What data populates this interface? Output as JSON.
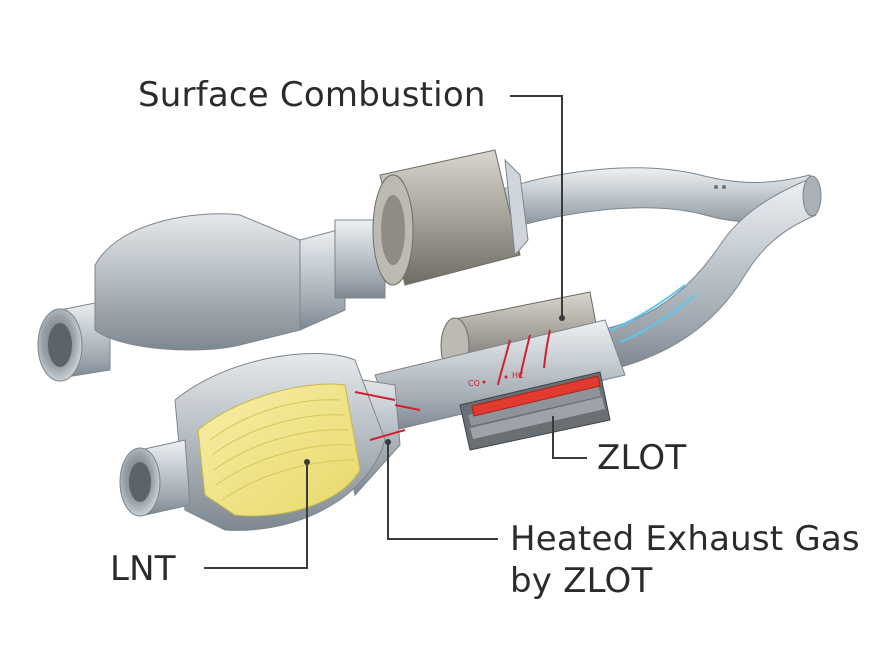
{
  "labels": {
    "surface_combustion": "Surface Combustion",
    "zlot": "ZLOT",
    "heated_gas_line1": "Heated Exhaust Gas",
    "heated_gas_line2": "by ZLOT",
    "lnt": "LNT",
    "co": "CO",
    "hc": "HC"
  },
  "colors": {
    "pipe": "#c4cbd1",
    "pipe_dark": "#8b949c",
    "catalyst_core": "#f2e58a",
    "heater": "#e23a2f",
    "flow_cold": "#5ac8f0",
    "flow_hot": "#d2202e",
    "leader": "#3a3a3a"
  }
}
